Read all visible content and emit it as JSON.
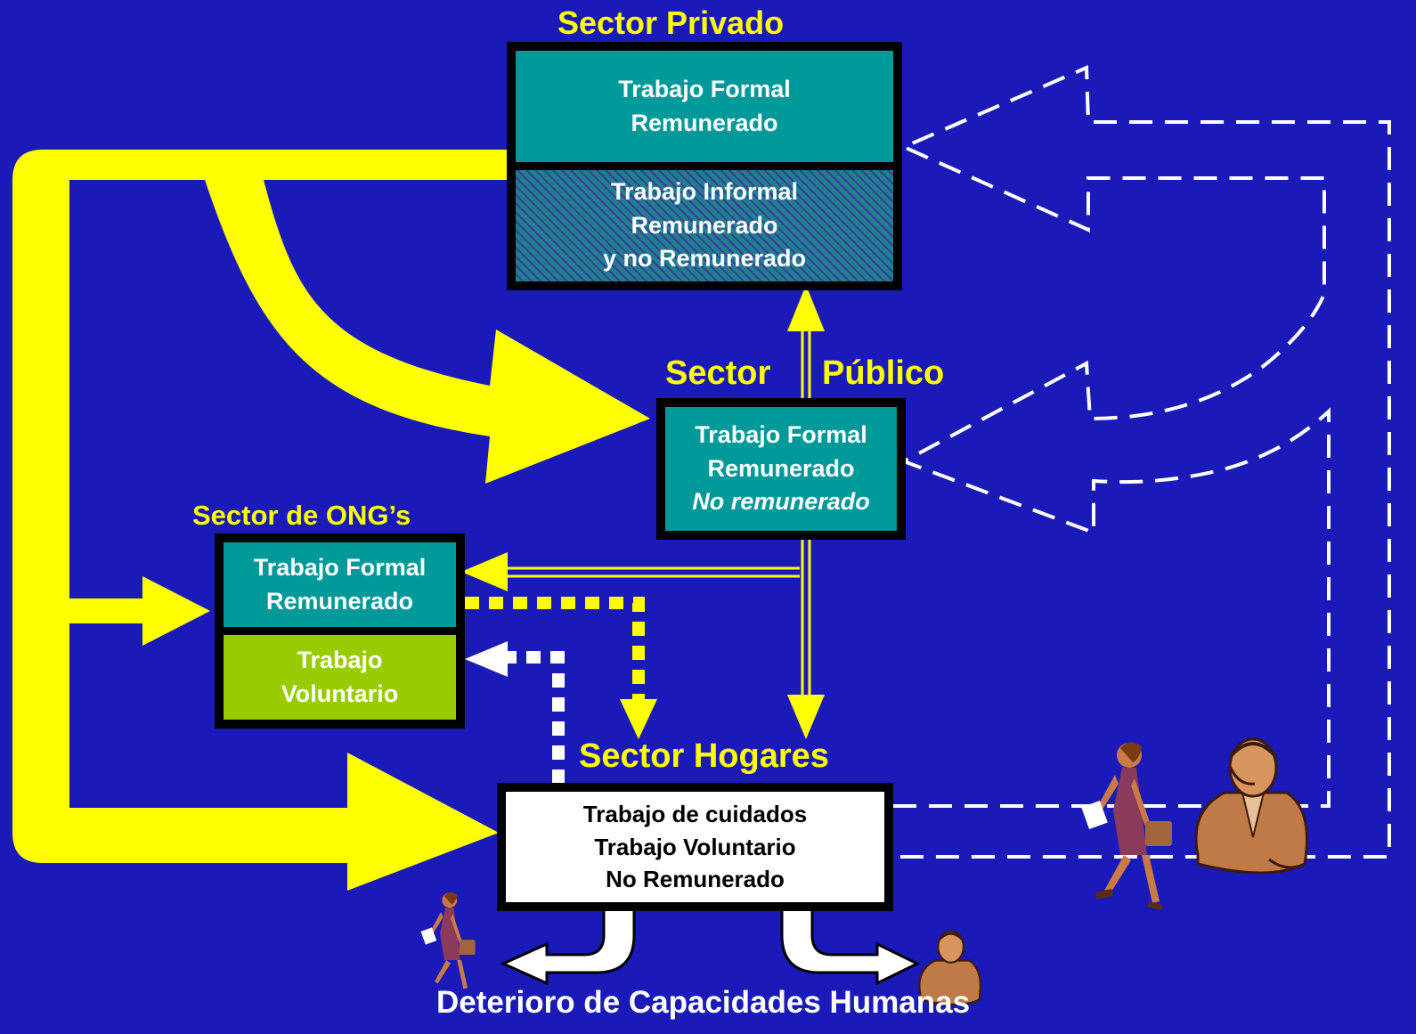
{
  "colors": {
    "background": "#1a1ab8",
    "arrow_yellow": "#ffff00",
    "formal_teal": "#00999a",
    "voluntary_green": "#99cc00",
    "dashed_white": "#ffffff"
  },
  "sectors": {
    "privado": {
      "heading": "Sector Privado",
      "formal": [
        "Trabajo Formal",
        "Remunerado"
      ],
      "informal": [
        "Trabajo Informal",
        "Remunerado",
        "y no Remunerado"
      ]
    },
    "publico": {
      "heading_left": "Sector",
      "heading_right": "Público",
      "formal": [
        "Trabajo Formal",
        "Remunerado",
        "No remunerado"
      ]
    },
    "ongs": {
      "heading": "Sector de ONG’s",
      "formal": [
        "Trabajo Formal",
        "Remunerado"
      ],
      "voluntario": [
        "Trabajo",
        "Voluntario"
      ]
    },
    "hogares": {
      "heading": "Sector Hogares",
      "content": [
        "Trabajo de cuidados",
        "Trabajo Voluntario",
        "No Remunerado"
      ]
    }
  },
  "footer": "Deterioro de Capacidades Humanas",
  "icons": [
    "walking-woman-icon",
    "headset-operator-icon"
  ]
}
